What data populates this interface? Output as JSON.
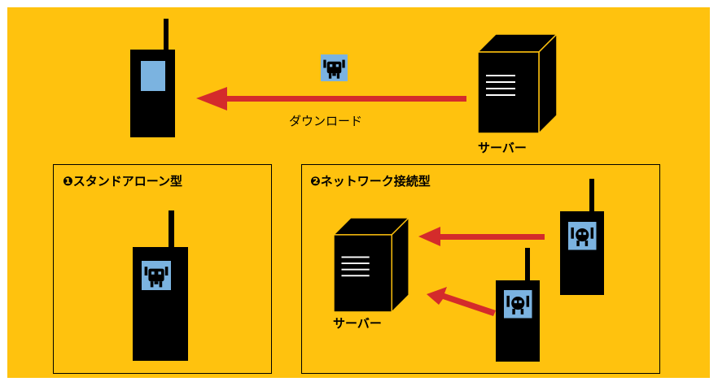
{
  "top": {
    "download_label": "ダウンロード",
    "server_label": "サーバー"
  },
  "standalone": {
    "title": "❶スタンドアローン型"
  },
  "network": {
    "title": "❷ネットワーク接続型",
    "server_label": "サーバー"
  },
  "colors": {
    "background": "#FFC20E",
    "arrow": "#D42B2B",
    "screen": "#7BB3E0",
    "device": "#0A0A0A"
  }
}
